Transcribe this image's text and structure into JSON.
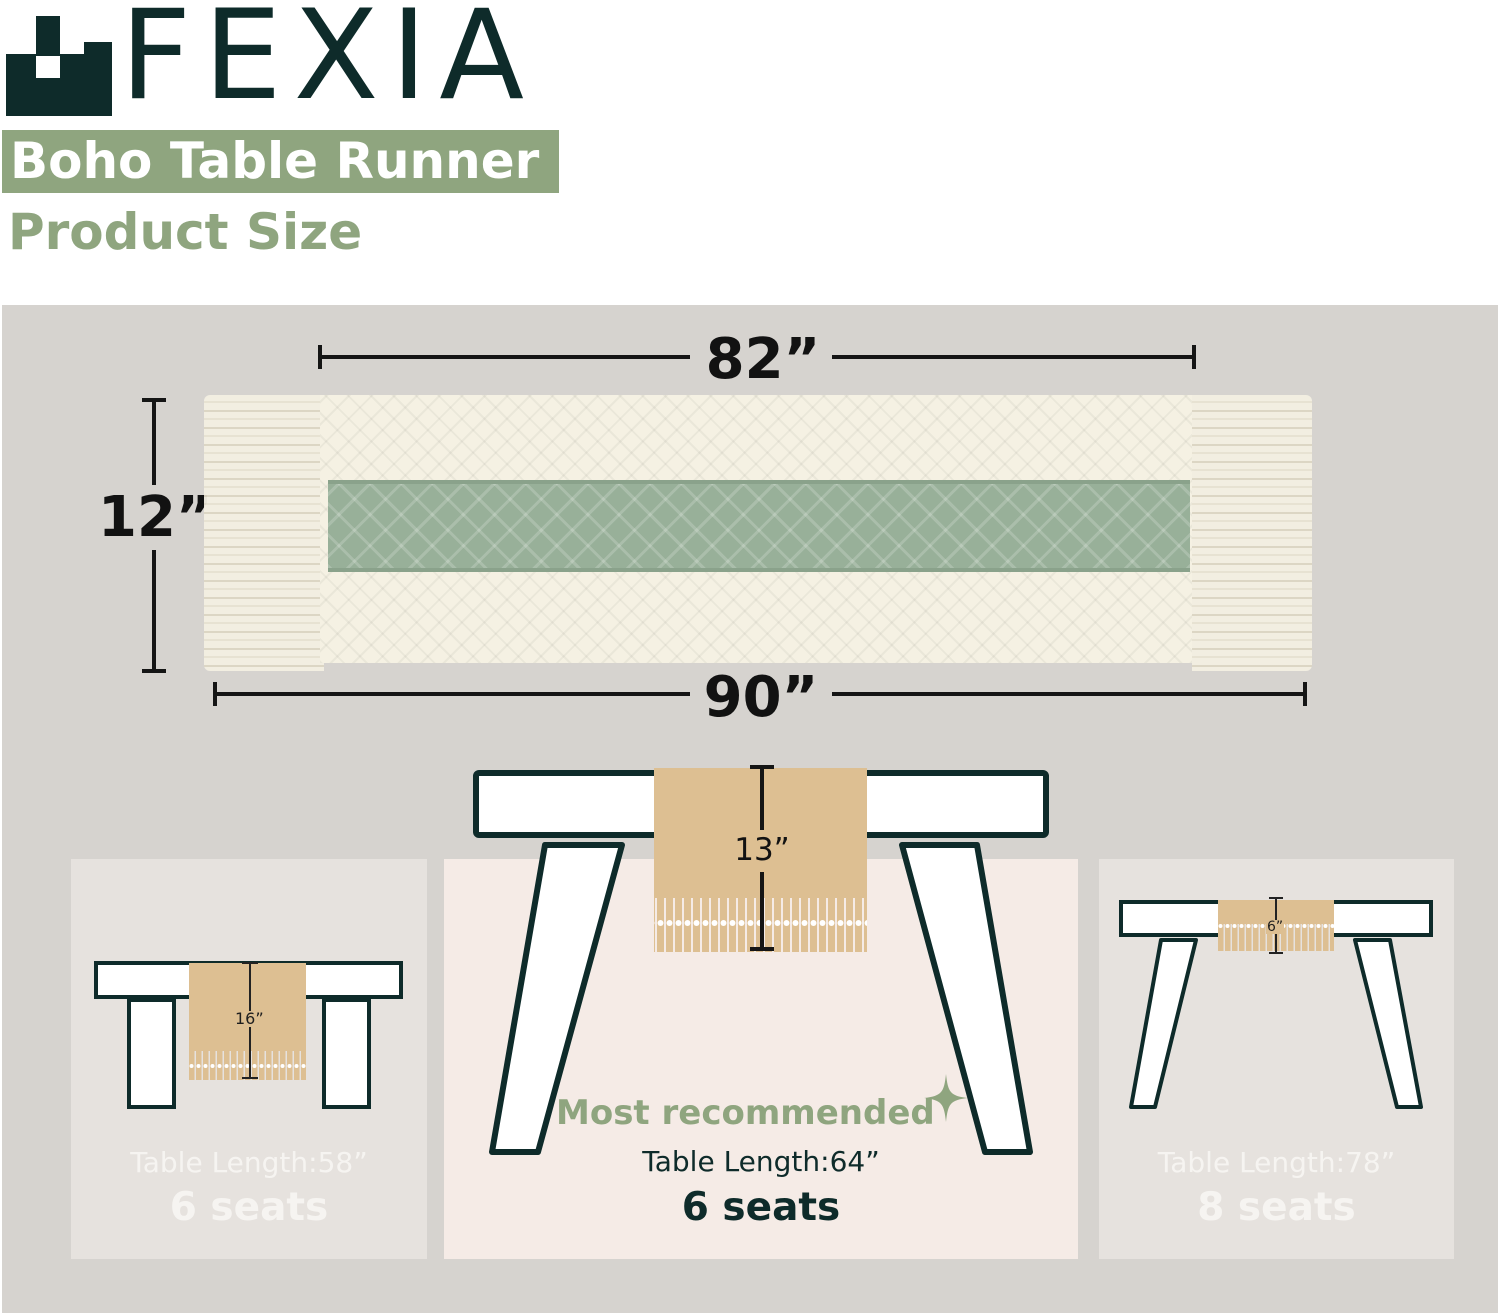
{
  "brand": {
    "name": "FEXIA",
    "colors": {
      "dark": "#0e2b2a",
      "sage": "#8fa57f",
      "tan": "#ddbf92",
      "panel": "#d6d3cf"
    }
  },
  "header": {
    "product_name": "Boho Table Runner",
    "subtitle": "Product Size"
  },
  "runner": {
    "length_label": "82”",
    "width_label": "12”",
    "total_length_label": "90”"
  },
  "recommendation_label": "Most recommended",
  "table_options": [
    {
      "drape_label": "16”",
      "table_length": "Table Length:58”",
      "seats": "6 seats"
    },
    {
      "drape_label": "13”",
      "table_length": "Table Length:64”",
      "seats": "6 seats"
    },
    {
      "drape_label": "6”",
      "table_length": "Table Length:78”",
      "seats": "8 seats"
    }
  ],
  "icons": [
    "logo-mark",
    "sparkle-icon"
  ]
}
